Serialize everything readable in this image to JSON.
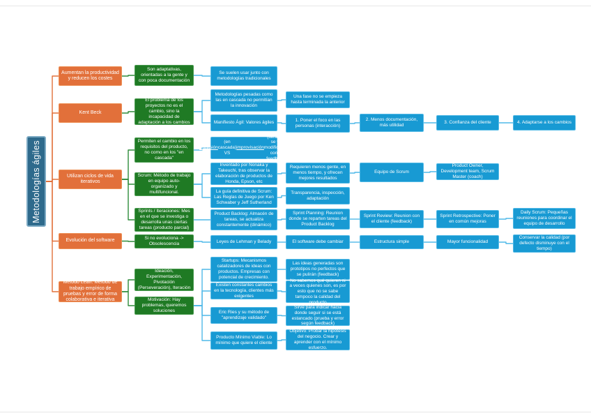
{
  "title": "Metodologías ágiles",
  "colors": {
    "topic_fill": "#E2703A",
    "topic_border": "#EE9258",
    "sub_fill": "#1F7A24",
    "sub_border": "#4A9B50",
    "detail_fill": "#189AD3",
    "detail_border": "#54BAE6",
    "title_fill": "#2E6A8C",
    "title_border": "#7BA9C3",
    "line_orange": "#E2703A",
    "line_green": "#2E8B3A",
    "line_blue": "#4FB8E8"
  },
  "nodes": [
    {
      "id": "root",
      "type": "title",
      "parent": null,
      "label": "Metodologías ágiles"
    },
    {
      "id": "o1",
      "type": "topic",
      "parent": "root",
      "label": "Aumentan la productividad y reducen los costes"
    },
    {
      "id": "o2",
      "type": "topic",
      "parent": "root",
      "label": "Kent Beck"
    },
    {
      "id": "o3",
      "type": "topic",
      "parent": "root",
      "label": "Utilizan ciclos de vida iterativos"
    },
    {
      "id": "o4",
      "type": "topic",
      "parent": "root",
      "label": "Evolución del software"
    },
    {
      "id": "o5",
      "type": "topic",
      "parent": "root",
      "label": "Método Lean: Método de trabajo empírico de pruebas y error de forma colaborativa e iterativa"
    },
    {
      "id": "g1",
      "type": "sub",
      "parent": "o1",
      "label": "Son adaptativas, orientadas a la gente y con poca documentación"
    },
    {
      "id": "g2",
      "type": "sub",
      "parent": "o2",
      "label": "El problema de los proyectos no es el cambio, sino la incapacidad de adaptación a los cambios"
    },
    {
      "id": "g3",
      "type": "sub",
      "parent": "o3",
      "label": "Permiten el cambio en los requisitos del producto, no como en los \"en cascada\""
    },
    {
      "id": "g4",
      "type": "sub",
      "parent": "o3",
      "label": "Scrum: Método de trabajo en equipo auto-organizado y multifuncional."
    },
    {
      "id": "g5",
      "type": "sub",
      "parent": "o3",
      "label": "Sprints / Iteraciones: Mes en el que se investiga o desarrolla unas ciertas tareas (producto parcial)"
    },
    {
      "id": "g6",
      "type": "sub",
      "parent": "o4",
      "label": "Si no evoluciona -> Obsolescencia"
    },
    {
      "id": "g7",
      "type": "sub",
      "parent": "o5",
      "label": "Ideación, Experimentación, Pivotación (Perseveración), Iteración"
    },
    {
      "id": "g8",
      "type": "sub",
      "parent": "o5",
      "label": "Motivación: Hay problemas, queremos soluciones"
    },
    {
      "id": "b1",
      "type": "detail",
      "parent": "g1",
      "label": "Se suelen usar junto con metodologías tradicionales"
    },
    {
      "id": "b2",
      "type": "detail",
      "parent": "g2",
      "label": "Metodologías pesadas como las en cascada no permitían la innovación"
    },
    {
      "id": "b3",
      "type": "detail",
      "parent": "g2",
      "label": "Manifiesto Ágil: Valores ágiles"
    },
    {
      "id": "b4",
      "type": "detail",
      "parent": "g3",
      "label": "Previsión (en cascada) VS improvisación (iterativo, se va modificando con el feedback)",
      "underline": [
        "Previsión",
        "improvisación"
      ]
    },
    {
      "id": "b5",
      "type": "detail",
      "parent": "g4",
      "label": "Inventado por Nonaka y Takeuchi, tras observar la elaboración de productos de Honda, Epson, etc"
    },
    {
      "id": "b6",
      "type": "detail",
      "parent": "g4",
      "label": "La guía definitiva de Scrum: Las Reglas de Juego por Ken Schwaber y Jeff Sutherland"
    },
    {
      "id": "b7",
      "type": "detail",
      "parent": "g5",
      "label": "Product Backlog: Almacén de tareas, se actualiza constantemente (dinámico)"
    },
    {
      "id": "b8",
      "type": "detail",
      "parent": "g6",
      "label": "Leyes de Lehman y Belady"
    },
    {
      "id": "b9",
      "type": "detail",
      "parent": "g8",
      "label": "Startups: Mecanismos catalizadores de ideas con productos. Empresas con potencial de crecimiento."
    },
    {
      "id": "b10",
      "type": "detail",
      "parent": "g8",
      "label": "Existen constantes cambios en la tecnología, clientes más exigentes"
    },
    {
      "id": "b11",
      "type": "detail",
      "parent": "g8",
      "label": "Eric Ries y su método de \"aprendizaje validado\""
    },
    {
      "id": "b12",
      "type": "detail",
      "parent": "g8",
      "label": "Producto Mínimo Viable: Lo mínimo que quiere el cliente"
    },
    {
      "id": "c1",
      "type": "detail",
      "parent": "b2",
      "label": "Una fase no se empieza hasta terminada la anterior"
    },
    {
      "id": "c2",
      "type": "detail",
      "parent": "b3",
      "label": "1. Poner el foco en las personas (interacción)"
    },
    {
      "id": "c3",
      "type": "detail",
      "parent": "b5",
      "label": "Requieren menos gente, en menos tiempo, y ofrecen mejores resultados"
    },
    {
      "id": "c4",
      "type": "detail",
      "parent": "b6",
      "label": "Transparencia, inspección, adaptación"
    },
    {
      "id": "c5",
      "type": "detail",
      "parent": "b7",
      "label": "Sprint Planning: Reunion donde se reparten tareas del Product Backlog"
    },
    {
      "id": "c6",
      "type": "detail",
      "parent": "b8",
      "label": "El software debe cambiar"
    },
    {
      "id": "c7",
      "type": "detail",
      "parent": "b9",
      "label": "Las ideas generadas son prototipos no perfectos que se pulirán (feedback)"
    },
    {
      "id": "c8",
      "type": "detail",
      "parent": "b10",
      "label": "No sabemos qué quieren ni a veces quienes son, es por esto que no se sabe tampoco la calidad del producto"
    },
    {
      "id": "c9",
      "type": "detail",
      "parent": "b11",
      "label": "Sirve para indicar hacia donde seguir si se está estancado (prueba y error según feedback)"
    },
    {
      "id": "c10",
      "type": "detail",
      "parent": "b12",
      "label": "Objetivo: Probar la hipótesis del negocio. Crear y aprender con el mínimo esfuerzo."
    },
    {
      "id": "d1",
      "type": "detail",
      "parent": "c2",
      "label": "2. Menos documentación, más utilidad"
    },
    {
      "id": "d2",
      "type": "detail",
      "parent": "c3",
      "label": "Equipo de Scrum"
    },
    {
      "id": "d3",
      "type": "detail",
      "parent": "c5",
      "label": "Sprint Review: Reunion con el cliente (feedback)"
    },
    {
      "id": "d4",
      "type": "detail",
      "parent": "c6",
      "label": "Estructura simple"
    },
    {
      "id": "e1",
      "type": "detail",
      "parent": "d1",
      "label": "3. Confianza del cliente"
    },
    {
      "id": "e2",
      "type": "detail",
      "parent": "d2",
      "label": "Product Owner, Development team, Scrum Master (coach)"
    },
    {
      "id": "e3",
      "type": "detail",
      "parent": "d3",
      "label": "Sprint Retrospective: Poner en común mejoras"
    },
    {
      "id": "e4",
      "type": "detail",
      "parent": "d4",
      "label": "Mayor funcionalidad"
    },
    {
      "id": "f1",
      "type": "detail",
      "parent": "e1",
      "label": "4. Adaptarse a los cambios"
    },
    {
      "id": "f2",
      "type": "detail",
      "parent": "e3",
      "label": "Daily Scrum: Pequeñas reuniones para coordinar el equipo de desarrollo"
    },
    {
      "id": "f3",
      "type": "detail",
      "parent": "e4",
      "label": "Conservar la calidad (por defecto disminuye con el tiempo)"
    }
  ]
}
